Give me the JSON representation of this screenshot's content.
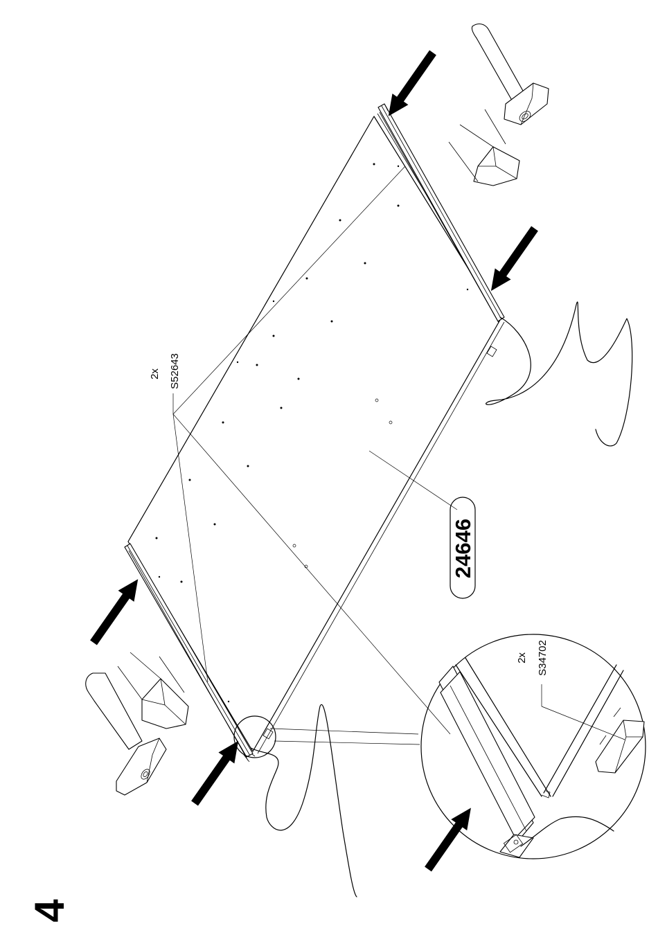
{
  "step_number": "4",
  "panel_label": "24646",
  "fittings": [
    {
      "quantity": "2x",
      "code": "S52643"
    },
    {
      "quantity": "2x",
      "code": "S34702"
    }
  ],
  "colors": {
    "ink": "#000000",
    "paper": "#ffffff"
  },
  "icons": [
    "arrow-icon",
    "hammer-icon",
    "wood-block-icon",
    "nail-icon",
    "magnifier-circle"
  ]
}
